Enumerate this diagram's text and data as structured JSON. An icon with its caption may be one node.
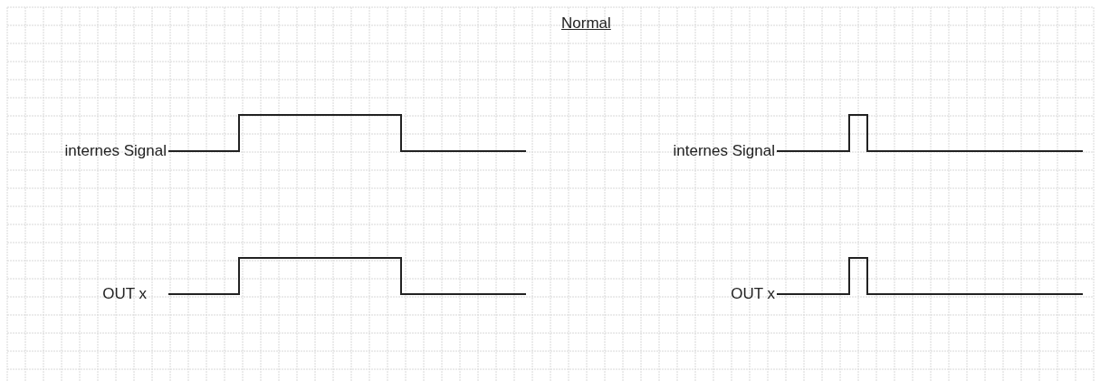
{
  "diagram": {
    "title": "Normal",
    "labels": [
      "internes Signal",
      "internes Signal",
      "OUT x",
      "OUT x"
    ]
  }
}
